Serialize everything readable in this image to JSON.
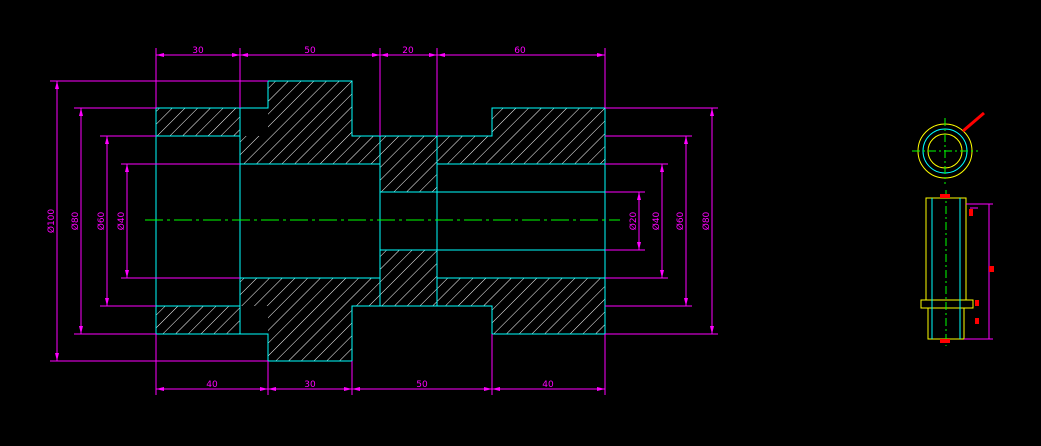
{
  "drawing": {
    "colors": {
      "background": "#000000",
      "outline": "#00ffff",
      "dimension": "#ff00ff",
      "hatch": "#ffffff",
      "centerline": "#00ff00",
      "side_view": "#ffff00",
      "marker": "#ff0000"
    },
    "top_dimensions": [
      {
        "label": "30"
      },
      {
        "label": "50"
      },
      {
        "label": "20"
      },
      {
        "label": "60"
      }
    ],
    "bottom_dimensions": [
      {
        "label": "40"
      },
      {
        "label": "30"
      },
      {
        "label": "50"
      },
      {
        "label": "40"
      }
    ],
    "left_diameters": [
      {
        "label": "Ø100"
      },
      {
        "label": "Ø80"
      },
      {
        "label": "Ø60"
      },
      {
        "label": "Ø40"
      }
    ],
    "right_diameters": [
      {
        "label": "Ø20"
      },
      {
        "label": "Ø40"
      },
      {
        "label": "Ø60"
      },
      {
        "label": "Ø80"
      }
    ]
  }
}
